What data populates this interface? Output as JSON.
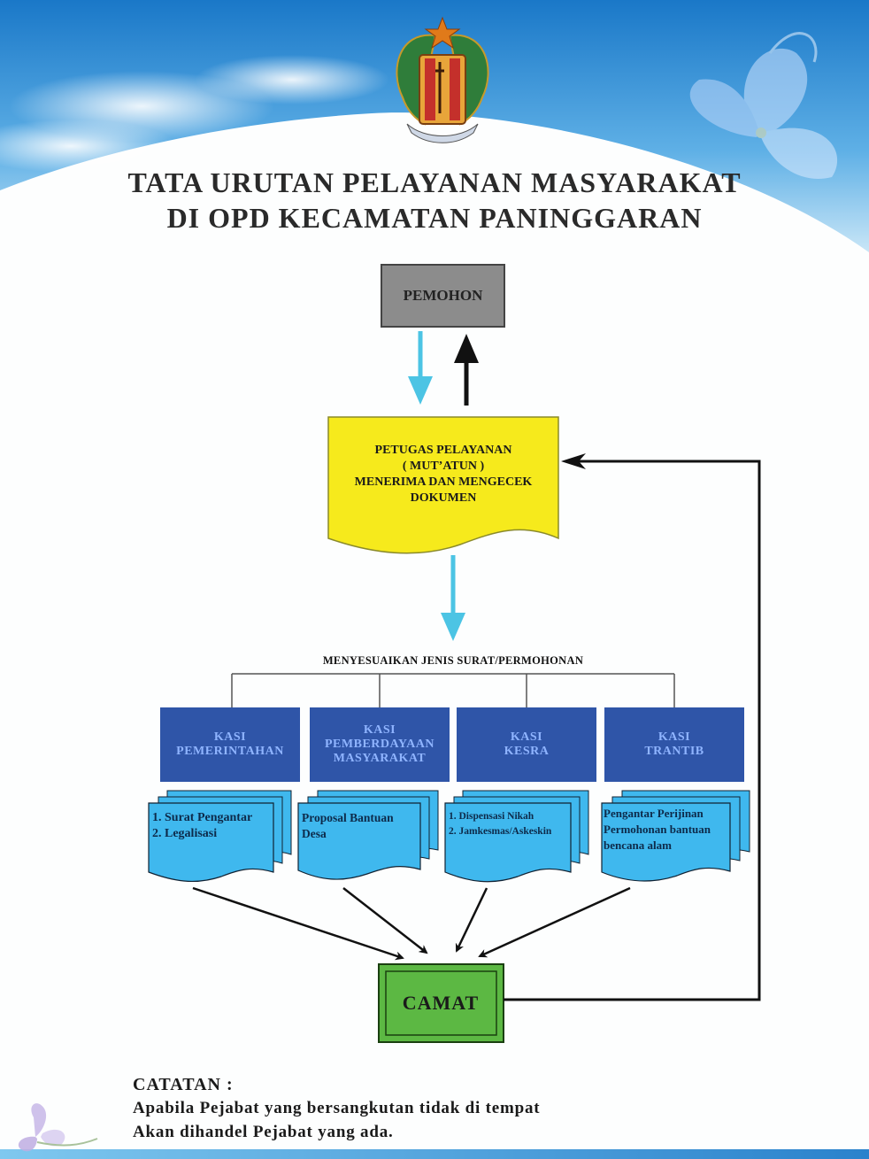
{
  "header": {
    "title_line1": "TATA URUTAN PELAYANAN MASYARAKAT",
    "title_line2": "DI OPD KECAMATAN PANINGGARAN"
  },
  "flow": {
    "pemohon": "PEMOHON",
    "petugas": "PETUGAS PELAYANAN\n( MUT’ATUN )\nMENERIMA DAN MENGECEK\nDOKUMEN",
    "menyesuaikan": "MENYESUAIKAN JENIS SURAT/PERMOHONAN",
    "kasi": [
      {
        "label": "KASI\nPEMERINTAHAN",
        "docs": "1. Surat Pengantar\n2. Legalisasi"
      },
      {
        "label": "KASI\nPEMBERDAYAAN\nMASYARAKAT",
        "docs": "Proposal Bantuan\nDesa"
      },
      {
        "label": "KASI\nKESRA",
        "docs": "1. Dispensasi Nikah\n2. Jamkesmas/Askeskin"
      },
      {
        "label": "KASI\nTRANTIB",
        "docs": "Pengantar Perijinan\nPermohonan bantuan\nbencana alam"
      }
    ],
    "camat": "CAMAT"
  },
  "note": {
    "title": "CATATAN :",
    "line1": "Apabila Pejabat yang bersangkutan tidak di tempat",
    "line2": "Akan dihandel Pejabat yang ada."
  },
  "colors": {
    "sky_blue": "#2f8fd8",
    "pemohon_gray": "#8c8c8c",
    "petugas_yellow": "#f6ea1c",
    "kasi_blue": "#2f55a8",
    "doc_cyan": "#3fb8ee",
    "camat_green": "#5cb843",
    "down_arrow": "#4cc4e4"
  }
}
